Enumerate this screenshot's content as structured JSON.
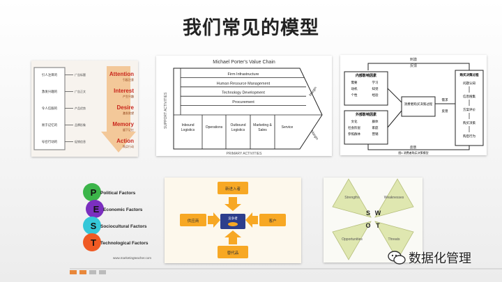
{
  "title": "我们常见的模型",
  "aida": {
    "stages": [
      "Attention",
      "Interest",
      "Desire",
      "Memory",
      "Action"
    ],
    "stage_subs": [
      "引起注意",
      "产生兴趣",
      "激发欲望",
      "留下记忆",
      "购买行动"
    ],
    "left_boxes": [
      "引人注目的",
      "激发兴趣的",
      "令人信服的",
      "易于记忆的",
      "号召行动的"
    ],
    "arrow_labels": [
      "广告标题",
      "广告正文",
      "产品优势",
      "品牌形象",
      "促销信息"
    ]
  },
  "value_chain": {
    "title": "Michael Porter's Value Chain",
    "support_label": "SUPPORT ACTIVITIES",
    "primary_label": "PRIMARY ACTIVITIES",
    "support_rows": [
      "Firm Infrastructure",
      "Human Resource Management",
      "Technology Development",
      "Procurement"
    ],
    "primary_cols": [
      "Inbound Logistics",
      "Operations",
      "Outbound Logistics",
      "Marketing & Sales",
      "Service"
    ],
    "margin_top": "Margin",
    "margin_bottom": "Margin"
  },
  "decision_model": {
    "top_label": "刺激",
    "top_sub": "反馈",
    "box1_title": "内部影响因素",
    "box1_items": [
      "需要",
      "学习",
      "动机",
      "知觉",
      "个性",
      "经验"
    ],
    "box2_title": "外部影响因素",
    "box2_items": [
      "文化",
      "群体",
      "社会阶层",
      "家庭",
      "参照群体",
      "营销"
    ],
    "center": "消费者购买决策过程",
    "mid_label1": "需求",
    "mid_label2": "反馈",
    "right_title": "购买决策过程",
    "right_steps": [
      "问题认知",
      "信息搜集",
      "方案评价",
      "购买决策",
      "购后行为"
    ],
    "bottom_label": "反馈",
    "caption": "图1 消费者购买决策模型"
  },
  "pest": {
    "factors": [
      {
        "letter": "P",
        "label": "Political Factors",
        "color": "#3cb54a"
      },
      {
        "letter": "E",
        "label": "Economic Factors",
        "color": "#7b2fbf"
      },
      {
        "letter": "S",
        "label": "Sociocultural Factors",
        "color": "#35c7d8"
      },
      {
        "letter": "T",
        "label": "Technological Factors",
        "color": "#ef5a24"
      }
    ],
    "url": "www.marketingteacher.com"
  },
  "porter_five": {
    "top": "新进入者",
    "left": "供应商",
    "center": "竞争者",
    "right": "客户",
    "bottom": "替代品"
  },
  "swot": {
    "letters": [
      "S",
      "W",
      "O",
      "T"
    ],
    "labels": [
      "Strengths",
      "Weaknesses",
      "Opportunities",
      "Threats"
    ]
  },
  "watermark": {
    "text": "数据化管理",
    "icon": "wechat-icon"
  },
  "colors": {
    "aida_orange": "#e07b2a",
    "aida_red": "#c9261c",
    "porter_orange": "#f7a824",
    "porter_blue": "#2c3e8c",
    "swot_green": "#dfe7b0"
  }
}
